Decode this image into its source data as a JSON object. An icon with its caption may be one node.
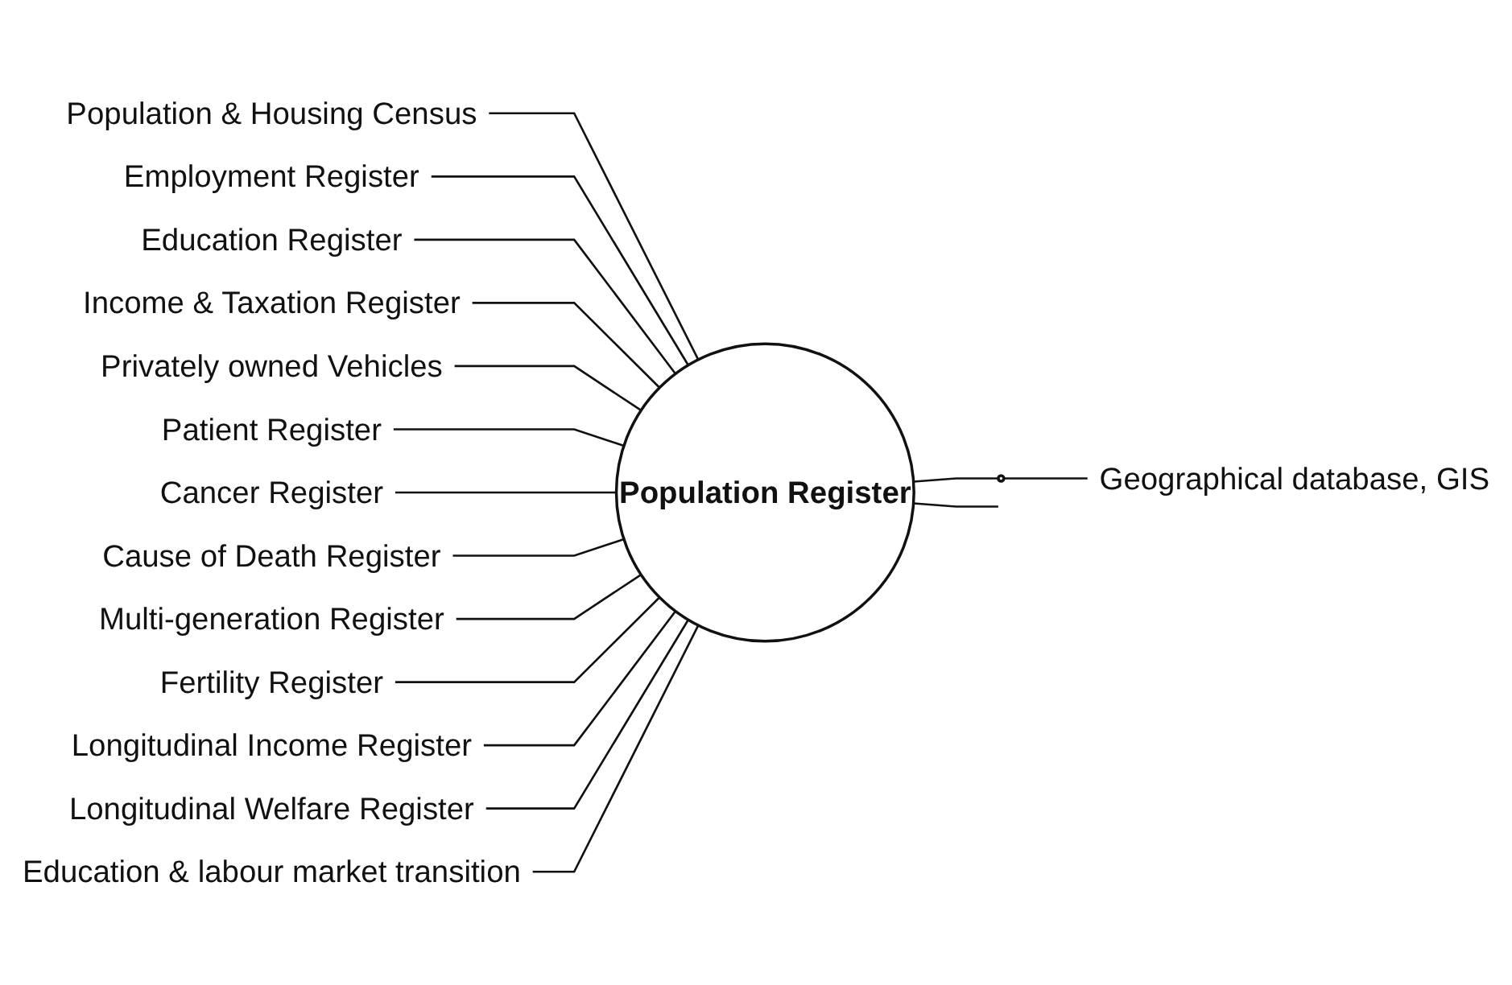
{
  "diagram": {
    "nodes": [
      {
        "text": [
          "Population & Housing Census"
        ]
      },
      {
        "text": [
          "Employment Register"
        ]
      },
      {
        "text": [
          "Education Register"
        ]
      },
      {
        "text": [
          "Income & Taxation Register"
        ]
      },
      {
        "text": [
          "Privately owned Vehicles"
        ]
      },
      {
        "text": [
          "Patient Register"
        ]
      },
      {
        "text": [
          "Cancer Register"
        ]
      },
      {
        "text": [
          "Cause of Death Register"
        ]
      },
      {
        "text": [
          "Multi-generation Register"
        ]
      },
      {
        "text": [
          "Fertility Register"
        ]
      },
      {
        "text": [
          "Longitudinal Income Register"
        ]
      },
      {
        "text": [
          "Longitudinal Welfare Register"
        ]
      },
      {
        "text": [
          "Education & labour market transition"
        ]
      },
      {
        "text": [
          "Population Register"
        ]
      },
      {
        "text": [
          "Geographical database, GIS"
        ]
      },
      {
        "text": [],
        "shape": "circle"
      }
    ],
    "edges": [
      {
        "from": 0,
        "to": 13,
        "arrow": "none"
      },
      {
        "from": 1,
        "to": 13,
        "arrow": "none"
      },
      {
        "from": 2,
        "to": 13,
        "arrow": "none"
      },
      {
        "from": 3,
        "to": 13,
        "arrow": "none"
      },
      {
        "from": 4,
        "to": 13,
        "arrow": "none"
      },
      {
        "from": 5,
        "to": 13,
        "arrow": "none"
      },
      {
        "from": 6,
        "to": 13,
        "arrow": "none"
      },
      {
        "from": 7,
        "to": 13,
        "arrow": "none"
      },
      {
        "from": 8,
        "to": 13,
        "arrow": "none"
      },
      {
        "from": 9,
        "to": 13,
        "arrow": "none"
      },
      {
        "from": 10,
        "to": 13,
        "arrow": "none"
      },
      {
        "from": 11,
        "to": 13,
        "arrow": "none"
      },
      {
        "from": 12,
        "to": 13,
        "arrow": "none"
      },
      {
        "from": 13,
        "to": null,
        "arrow": "none"
      },
      {
        "from": 13,
        "to": 15,
        "arrow": "none"
      },
      {
        "from": 14,
        "to": 15,
        "arrow": "none"
      }
    ]
  }
}
